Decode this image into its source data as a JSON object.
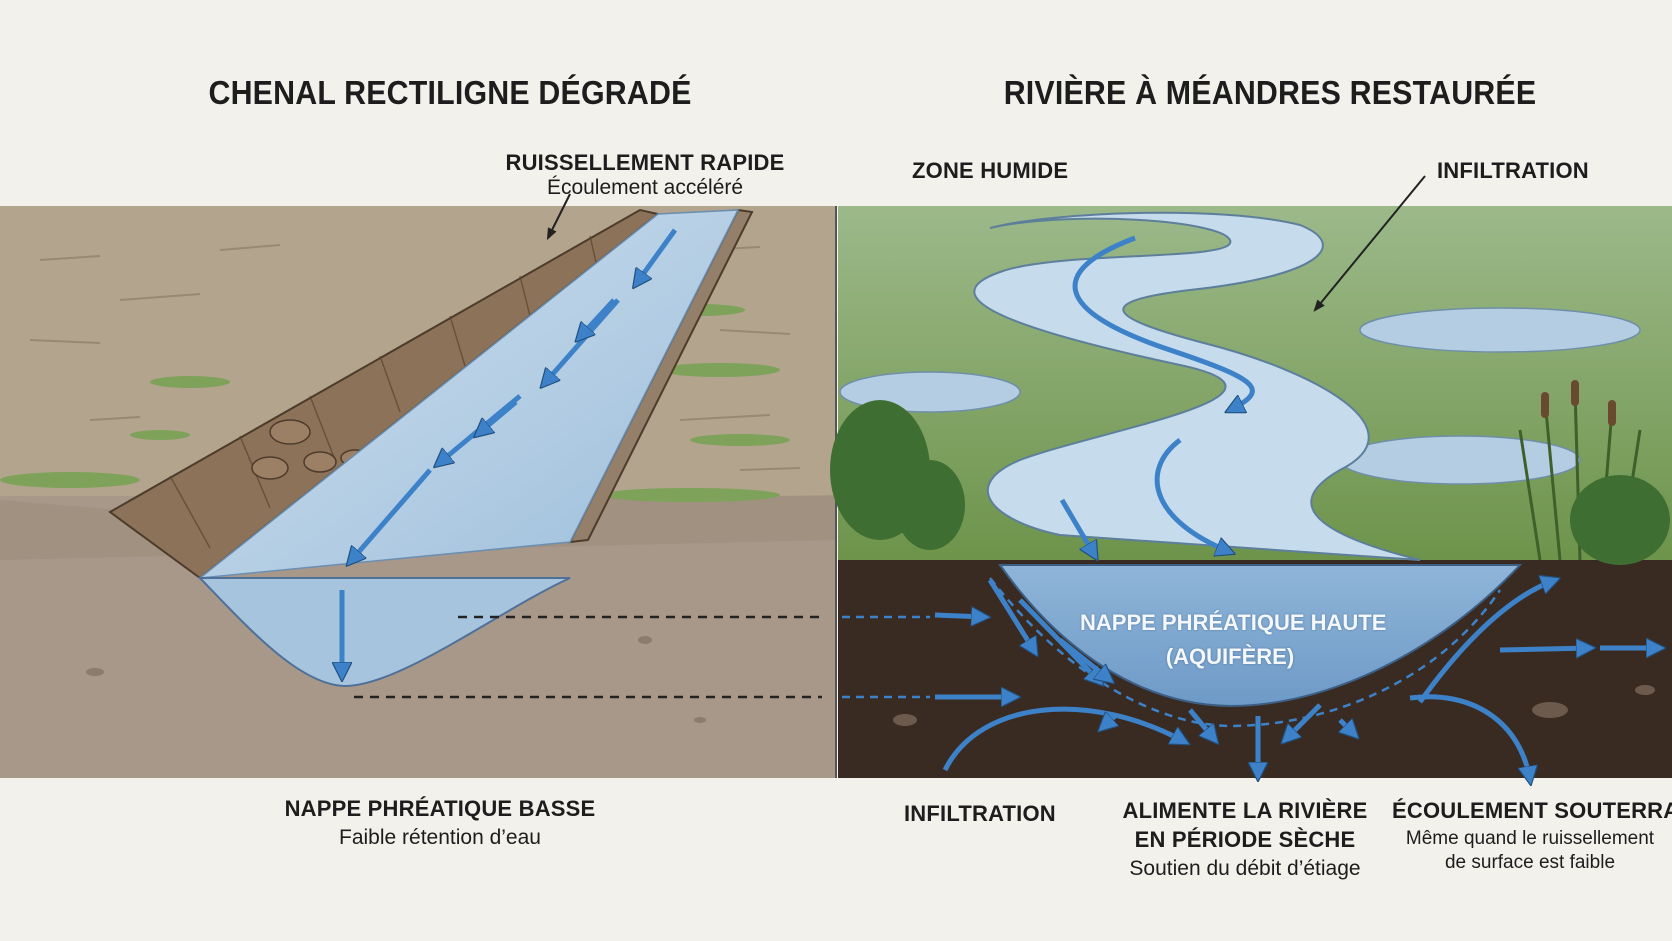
{
  "left_panel": {
    "title": "CHENAL RECTILIGNE DÉGRADÉ",
    "runoff_label": "RUISSELLEMENT RAPIDE",
    "runoff_sub": "Écoulement accéléré",
    "water_table_label": "NAPPE PHRÉATIQUE BASSE",
    "water_table_sub": "Faible rétention d’eau"
  },
  "right_panel": {
    "title": "RIVIÈRE À MÉANDRES RESTAURÉE",
    "wetland_label": "ZONE HUMIDE",
    "infiltration_top_label": "INFILTRATION",
    "aquifer_line1": "NAPPE PHRÉATIQUE HAUTE",
    "aquifer_line2": "(AQUIFÈRE)",
    "infiltration_bottom_label": "INFILTRATION",
    "feeds_river_line1": "ALIMENTE LA RIVIÈRE",
    "feeds_river_line2": "EN PÉRIODE SÈCHE",
    "feeds_river_sub": "Soutien du débit d’étiage",
    "groundwater_label": "ÉCOULEMENT SOUTERRAIN",
    "groundwater_sub_line1": "Même quand le ruissellement",
    "groundwater_sub_line2": "de surface est faible"
  },
  "colors": {
    "background": "#f3f1ec",
    "soil_degraded": "#b5a48c",
    "soil_dark": "#3b2c22",
    "water": "#a9c6df",
    "arrow_blue": "#3d82c9",
    "grass": "#6f9a4c"
  }
}
